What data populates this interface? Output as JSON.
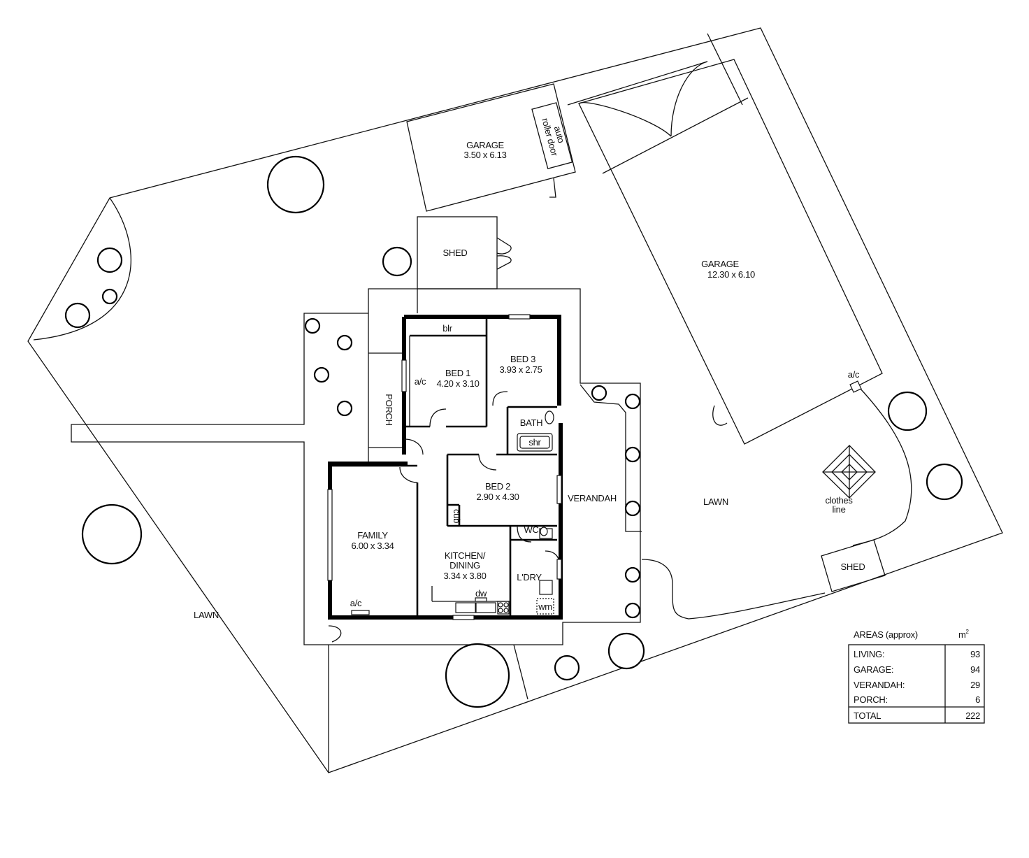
{
  "rooms": {
    "garage_small": {
      "name": "GARAGE",
      "size": "3.50 x 6.13"
    },
    "auto_roller_door": [
      "auto",
      "roller door"
    ],
    "shed_top": "SHED",
    "garage_large": {
      "name": "GARAGE",
      "size": "12.30 x 6.10"
    },
    "blr": "blr",
    "bed1": {
      "name": "BED 1",
      "size": "4.20 x 3.10"
    },
    "bed1_ac": "a/c",
    "bed3": {
      "name": "BED 3",
      "size": "3.93 x 2.75"
    },
    "porch": "PORCH",
    "bath": "BATH",
    "shr": "shr",
    "bed2": {
      "name": "BED 2",
      "size": "2.90 x 4.30"
    },
    "cub": "cub",
    "verandah": "VERANDAH",
    "wc": "WC",
    "family": {
      "name": "FAMILY",
      "size": "6.00 x 3.34"
    },
    "family_ac": "a/c",
    "kitchen": {
      "name1": "KITCHEN/",
      "name2": "DINING",
      "size": "3.34 x 3.80"
    },
    "dw": "dw",
    "ldry": "L'DRY",
    "wm": "wm",
    "lawn_left": "LAWN",
    "lawn_right": "LAWN",
    "clothes_line": [
      "clothes",
      "line"
    ],
    "shed_right": "SHED",
    "garage_ac": "a/c"
  },
  "areas": {
    "title": "AREAS (approx)",
    "unit": "m",
    "unit_sup": "2",
    "rows": [
      {
        "label": "LIVING:",
        "value": "93"
      },
      {
        "label": "GARAGE:",
        "value": "94"
      },
      {
        "label": "VERANDAH:",
        "value": "29"
      },
      {
        "label": "PORCH:",
        "value": "6"
      }
    ],
    "total": {
      "label": "TOTAL",
      "value": "222"
    }
  }
}
